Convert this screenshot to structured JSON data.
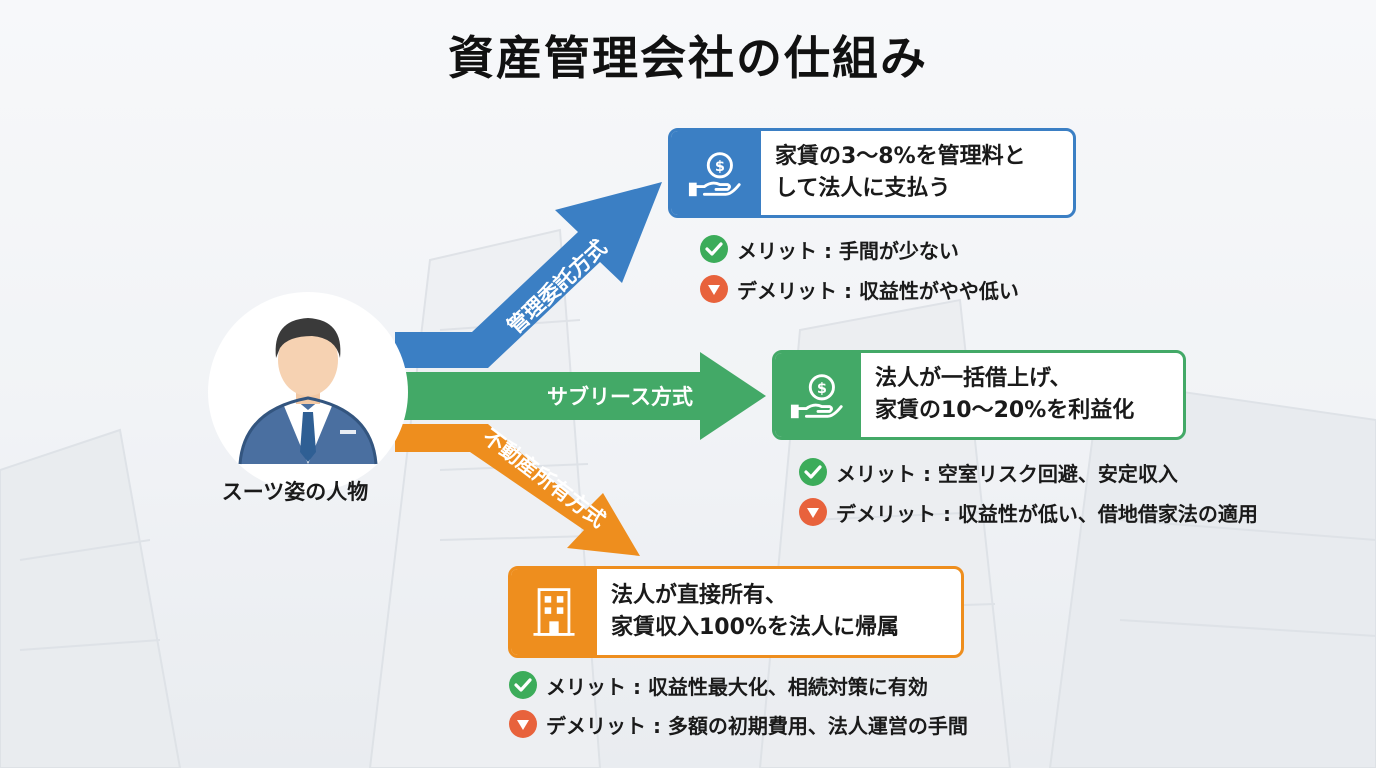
{
  "title": "資産管理会社の仕組み",
  "person": {
    "label": "スーツ姿の人物",
    "icon": "businessman-avatar"
  },
  "colors": {
    "blue": "#3b7fc4",
    "green": "#43a967",
    "orange": "#ee8e1e",
    "merit": "#3cac5a",
    "demerit": "#e8623c"
  },
  "methods": [
    {
      "name": "管理委託方式",
      "icon": "money-hand-icon",
      "description": [
        "家賃の3〜8%を管理料と",
        "して法人に支払う"
      ],
      "merit": "メリット : 手間が少ない",
      "demerit": "デメリット : 収益性がやや低い"
    },
    {
      "name": "サブリース方式",
      "icon": "money-hand-icon",
      "description": [
        "法人が一括借上げ、",
        "家賃の10〜20%を利益化"
      ],
      "merit": "メリット : 空室リスク回避、安定収入",
      "demerit": "デメリット : 収益性が低い、借地借家法の適用"
    },
    {
      "name": "不動産所有方式",
      "icon": "building-icon",
      "description": [
        "法人が直接所有、",
        "家賃収入100%を法人に帰属"
      ],
      "merit": "メリット : 収益性最大化、相続対策に有効",
      "demerit": "デメリット : 多額の初期費用、法人運営の手間"
    }
  ]
}
